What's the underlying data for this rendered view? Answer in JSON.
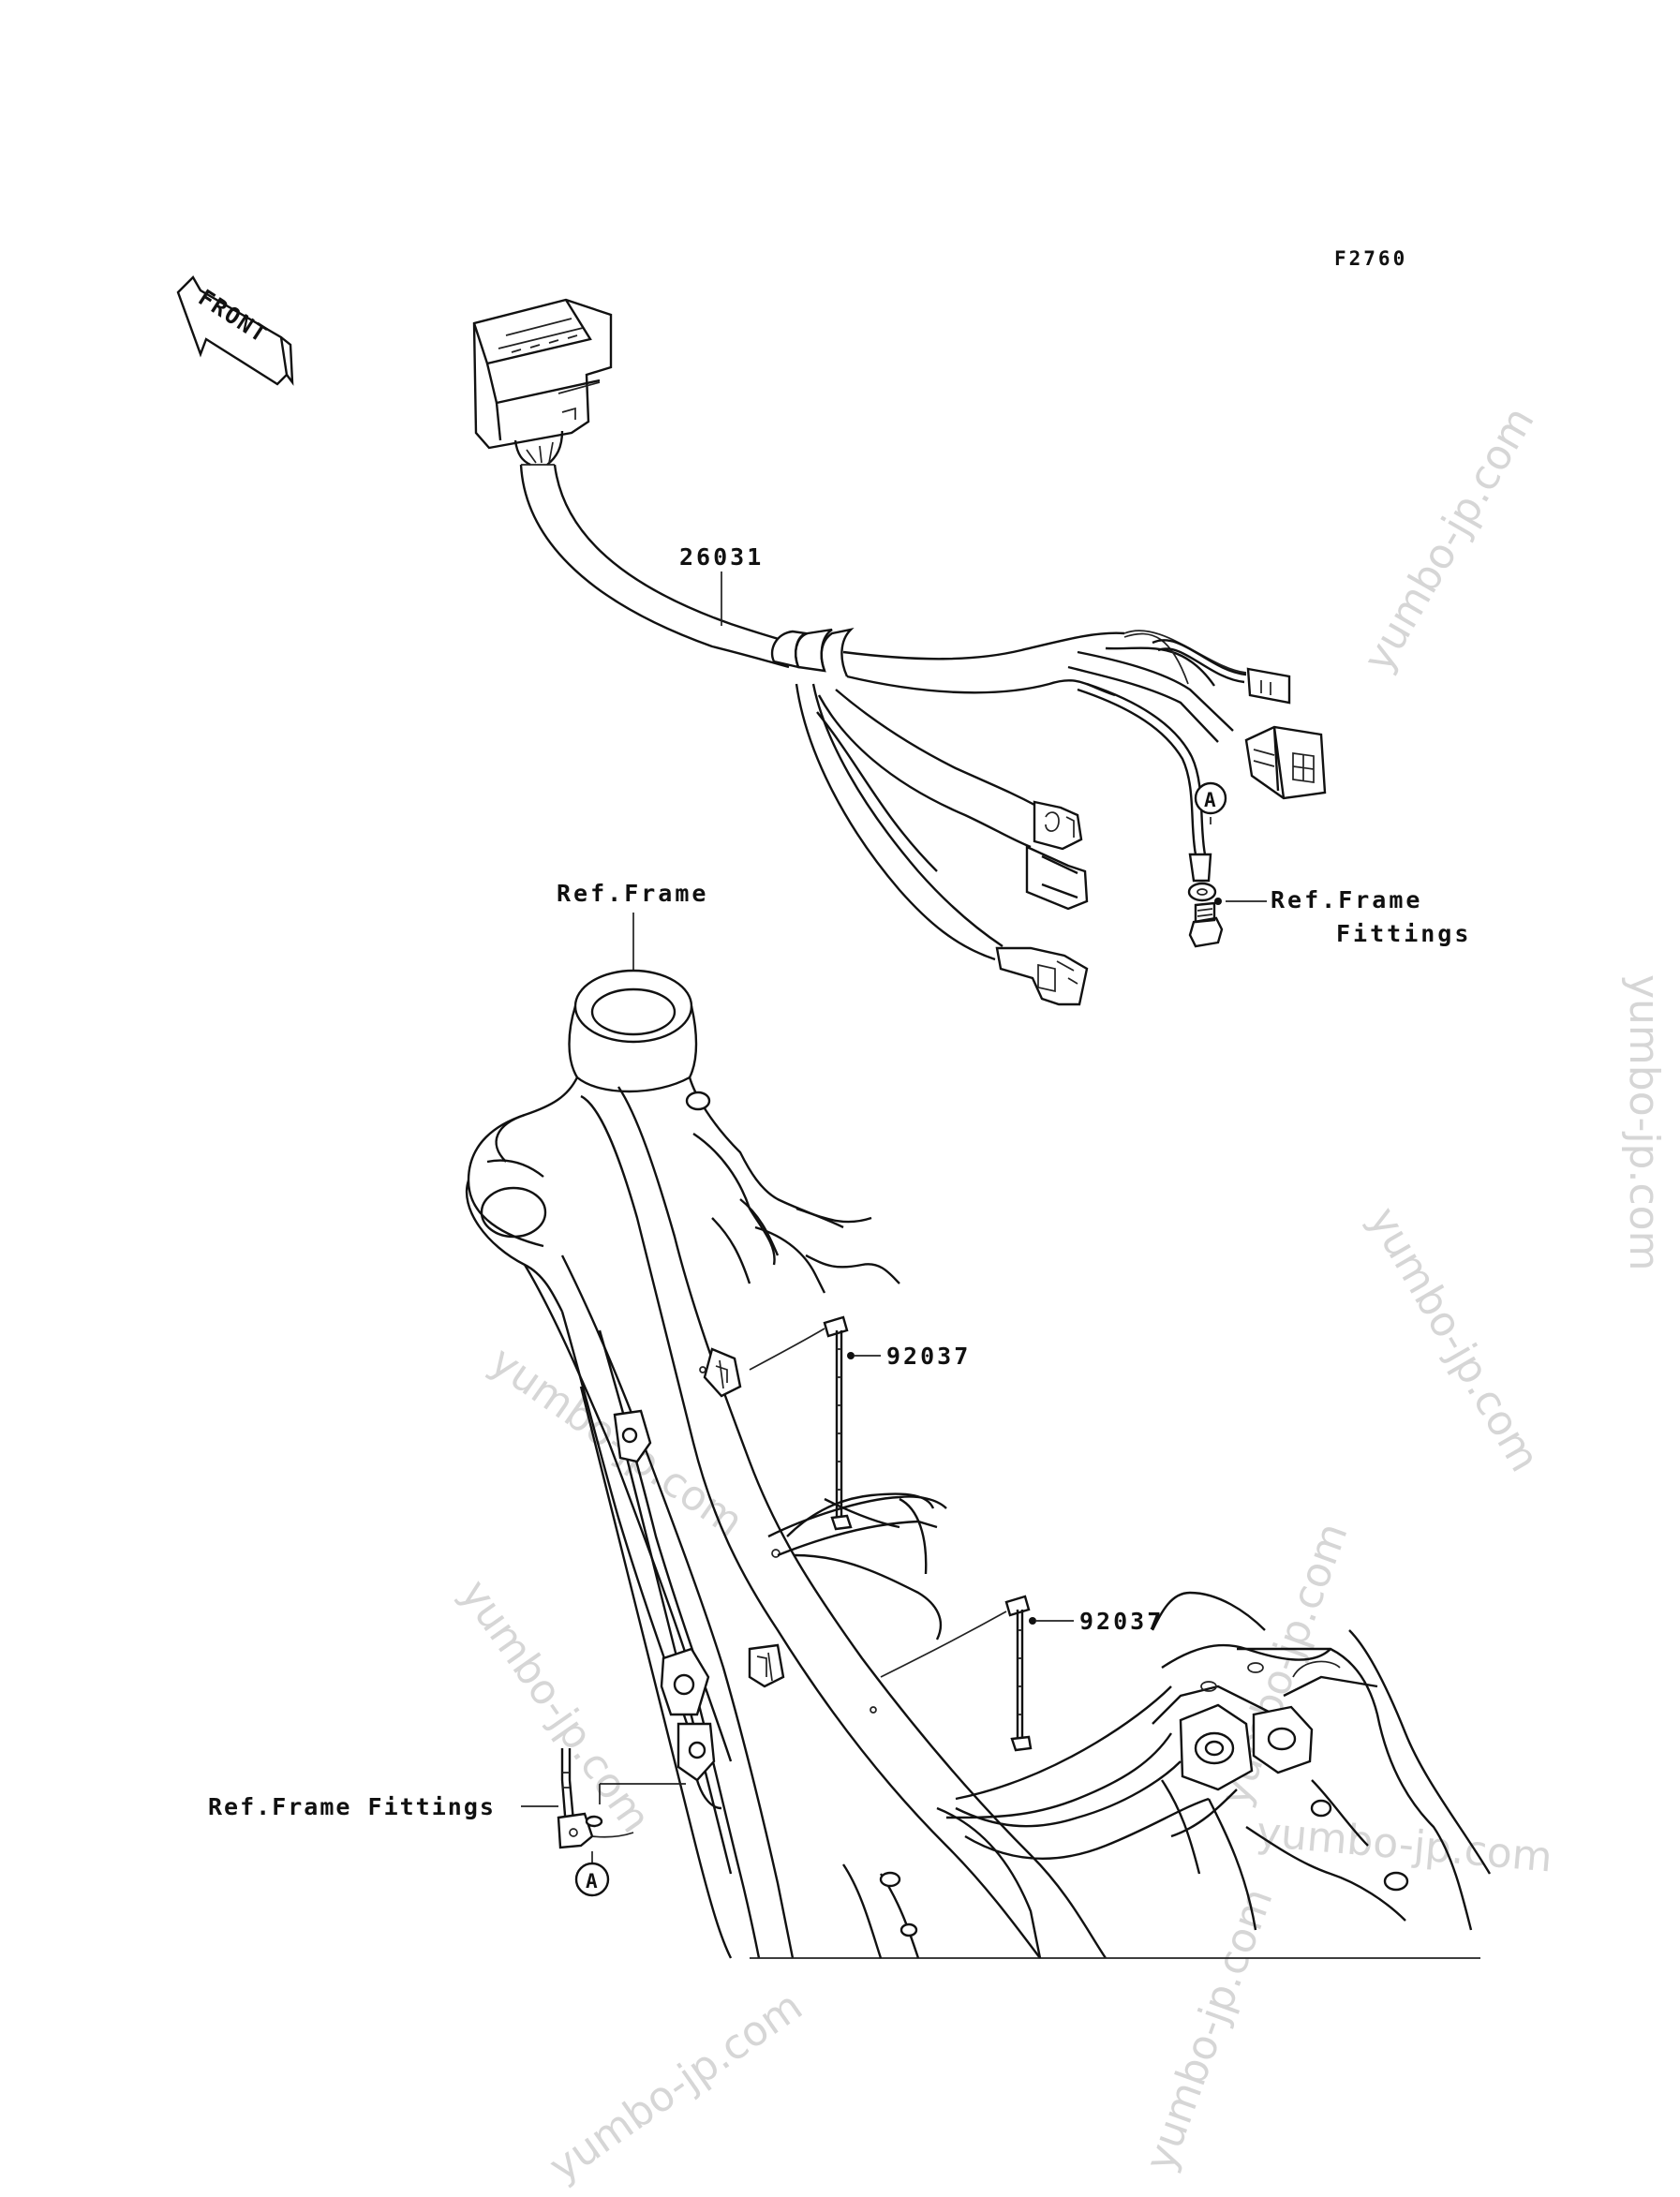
{
  "diagram": {
    "figure_code": "F2760",
    "front_arrow_text": "FRONT",
    "labels": {
      "harness": "26031",
      "ref_frame": "Ref.Frame",
      "ref_frame_fittings_top_line1": "Ref.Frame",
      "ref_frame_fittings_top_line2": "Fittings",
      "clamp_upper": "92037",
      "clamp_lower": "92037",
      "ref_frame_fittings_left": "Ref.Frame Fittings",
      "callout_top": "A",
      "callout_bottom": "A"
    },
    "watermarks": [
      "yumbo-jp.com",
      "yumbo-jp.com",
      "yumbo-jp.com",
      "yumbo-jp.com",
      "yumbo-jp.com",
      "yumbo-jp.com",
      "yumbo-jp.com",
      "yumbo-jp.com",
      "yumbo-jp.com"
    ],
    "colors": {
      "ink": "#111111",
      "watermark": "#c9c9c9",
      "background": "#ffffff"
    }
  }
}
